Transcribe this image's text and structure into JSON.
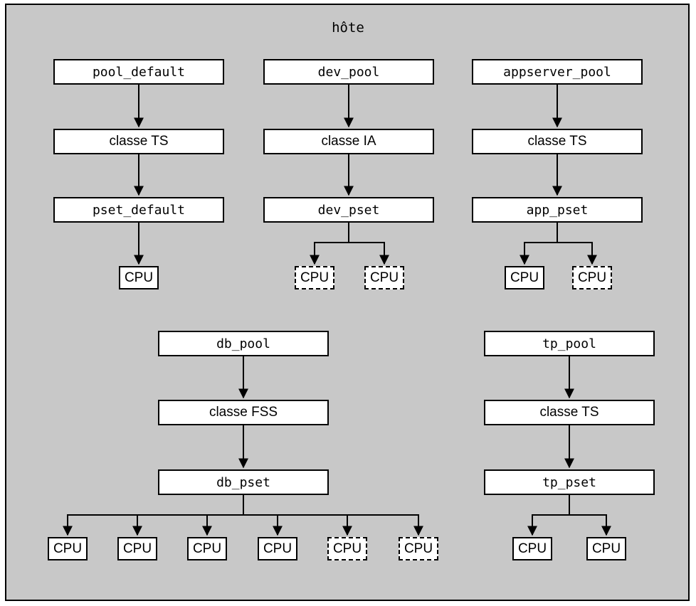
{
  "title": "hôte",
  "groups": [
    {
      "pool": "pool_default",
      "class": "classe TS",
      "pset": "pset_default",
      "cpus": [
        {
          "label": "CPU",
          "dashed": false
        }
      ]
    },
    {
      "pool": "dev_pool",
      "class": "classe IA",
      "pset": "dev_pset",
      "cpus": [
        {
          "label": "CPU",
          "dashed": true
        },
        {
          "label": "CPU",
          "dashed": true
        }
      ]
    },
    {
      "pool": "appserver_pool",
      "class": "classe TS",
      "pset": "app_pset",
      "cpus": [
        {
          "label": "CPU",
          "dashed": false
        },
        {
          "label": "CPU",
          "dashed": true
        }
      ]
    },
    {
      "pool": "db_pool",
      "class": "classe FSS",
      "pset": "db_pset",
      "cpus": [
        {
          "label": "CPU",
          "dashed": false
        },
        {
          "label": "CPU",
          "dashed": false
        },
        {
          "label": "CPU",
          "dashed": false
        },
        {
          "label": "CPU",
          "dashed": false
        },
        {
          "label": "CPU",
          "dashed": true
        },
        {
          "label": "CPU",
          "dashed": true
        }
      ]
    },
    {
      "pool": "tp_pool",
      "class": "classe TS",
      "pset": "tp_pset",
      "cpus": [
        {
          "label": "CPU",
          "dashed": false
        },
        {
          "label": "CPU",
          "dashed": false
        }
      ]
    }
  ]
}
